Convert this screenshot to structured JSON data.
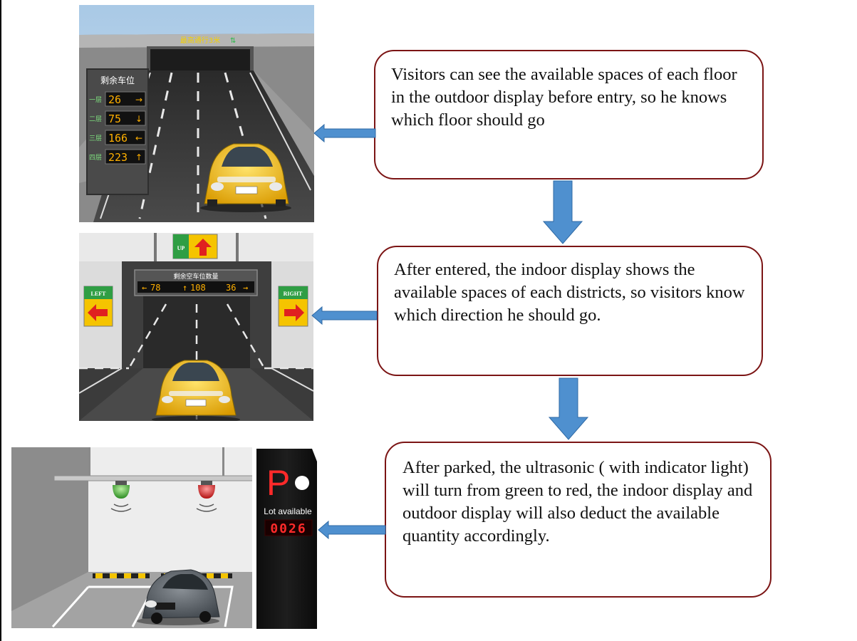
{
  "steps": [
    {
      "id": "outdoor",
      "text": "Visitors can see the available spaces of each floor in the outdoor display before entry, so he knows which floor should go"
    },
    {
      "id": "indoor",
      "text": "After entered, the indoor display shows the available spaces of each districts,  so visitors know which direction he should go."
    },
    {
      "id": "parked",
      "text": "After parked, the ultrasonic ( with indicator light) will turn from green to red, the indoor display and outdoor display will also deduct the available quantity accordingly."
    }
  ],
  "outdoor_scene": {
    "tunnel_sign": "最高通行3米",
    "board_title": "剩余车位",
    "floors": [
      {
        "label": "一层",
        "count": "26",
        "arrow": "→"
      },
      {
        "label": "二层",
        "count": "75",
        "arrow": "↓"
      },
      {
        "label": "三层",
        "count": "166",
        "arrow": "←"
      },
      {
        "label": "四层",
        "count": "223",
        "arrow": "↑"
      }
    ]
  },
  "indoor_scene": {
    "up_label": "UP",
    "left_label": "LEFT",
    "right_label": "RIGHT",
    "board_title": "剩余空车位数量",
    "left_count": "78",
    "center_count": "108",
    "right_count": "36"
  },
  "parking_scene": {
    "p_letter": "P",
    "lot_label": "Lot available",
    "lot_count": "0026"
  },
  "colors": {
    "callout_border": "#7b1414",
    "flow_arrow": "#4f90cf",
    "led_amber": "#ffb000",
    "led_red": "#ff2a2a"
  }
}
